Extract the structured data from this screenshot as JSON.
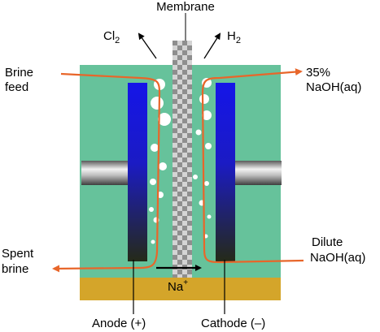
{
  "labels": {
    "membrane": "Membrane",
    "cl2_base": "Cl",
    "cl2_sub": "2",
    "h2_base": "H",
    "h2_sub": "2",
    "brine_line1": "Brine",
    "brine_line2": "feed",
    "naoh35_line1": "35%",
    "naoh35_line2": "NaOH(aq)",
    "spent_line1": "Spent",
    "spent_line2": "brine",
    "dilute_line1": "Dilute",
    "dilute_line2": "NaOH(aq)",
    "na_base": "Na",
    "na_sup": "+",
    "anode": "Anode (+)",
    "cathode": "Cathode (–)"
  },
  "colors": {
    "cell_body": "#66c29b",
    "base_plate": "#d4a52a",
    "electrode_top": "#1515e8",
    "electrode_bottom": "#252a18",
    "flow_line": "#e8662a",
    "bubble": "#ffffff",
    "membrane_light": "#d4d4d4",
    "membrane_dark": "#8e8e8e"
  }
}
